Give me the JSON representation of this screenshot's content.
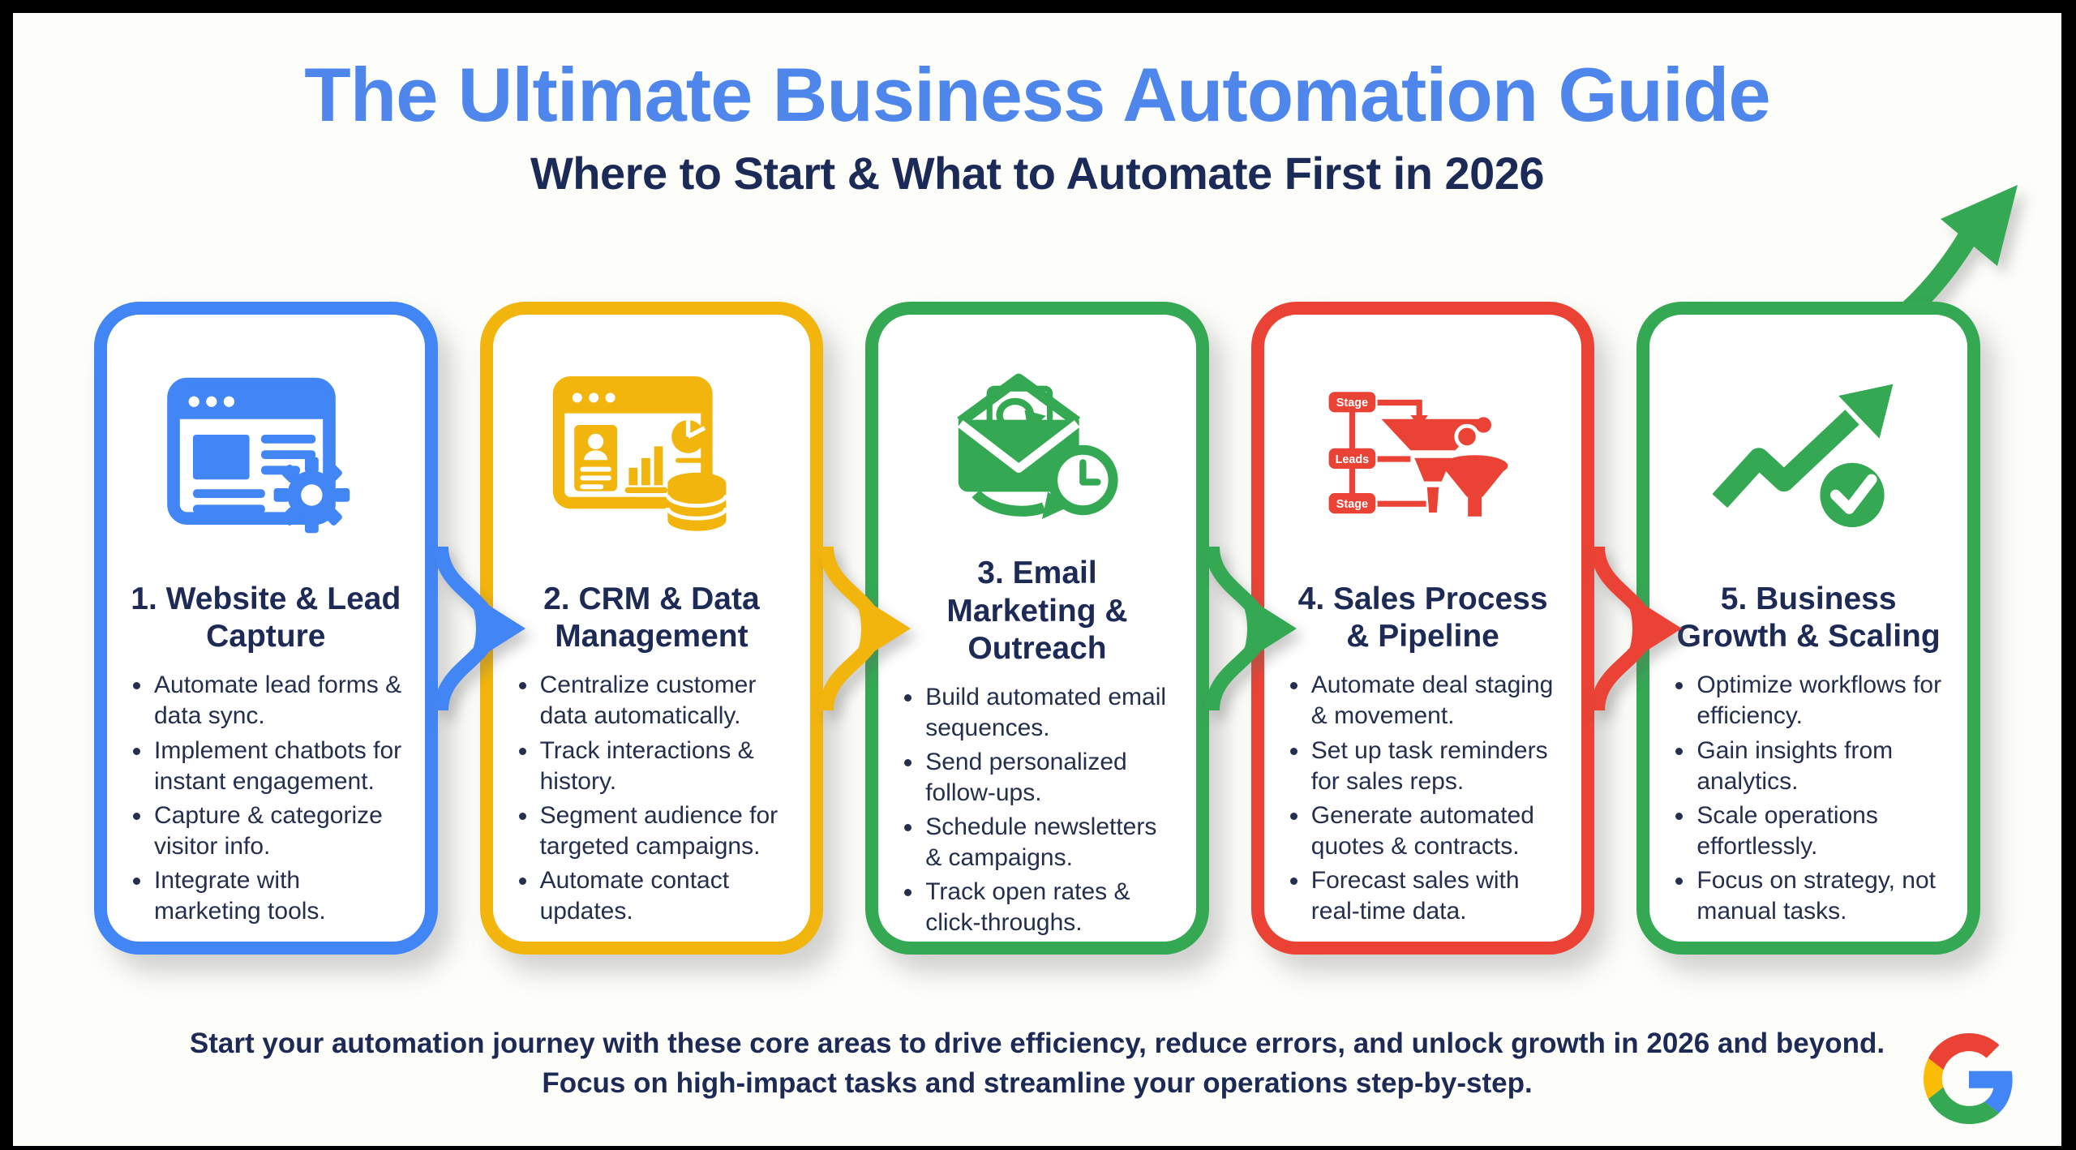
{
  "header": {
    "title": "The Ultimate Business Automation Guide",
    "subtitle": "Where to Start & What to Automate First in 2026"
  },
  "cards": [
    {
      "color": "#4285F4",
      "icon": "browser-gear-icon",
      "title": "1. Website & Lead Capture",
      "bullets": [
        "Automate lead forms & data sync.",
        "Implement chatbots for instant engagement.",
        "Capture & categorize visitor info.",
        "Integrate with marketing tools."
      ]
    },
    {
      "color": "#F2B50D",
      "icon": "crm-dashboard-icon",
      "title": "2. CRM & Data Management",
      "bullets": [
        "Centralize customer data automatically.",
        "Track interactions & history.",
        "Segment audience for targeted campaigns.",
        "Automate contact updates."
      ]
    },
    {
      "color": "#34A853",
      "icon": "email-clock-icon",
      "title": "3. Email Marketing & Outreach",
      "bullets": [
        "Build automated email sequences.",
        "Send personalized follow-ups.",
        "Schedule newsletters & campaigns.",
        "Track open rates & click-throughs."
      ]
    },
    {
      "color": "#EA4335",
      "icon": "sales-funnel-icon",
      "title": "4. Sales Process & Pipeline",
      "bullets": [
        "Automate deal staging & movement.",
        "Set up task reminders for sales reps.",
        "Generate automated quotes & contracts.",
        "Forecast sales with real-time data."
      ]
    },
    {
      "color": "#34A853",
      "icon": "growth-check-icon",
      "title": "5. Business Growth & Scaling",
      "bullets": [
        "Optimize workflows for efficiency.",
        "Gain insights from analytics.",
        "Scale operations effortlessly.",
        "Focus on strategy, not manual tasks."
      ]
    }
  ],
  "funnel_labels": [
    "Stage",
    "Leads",
    "Stage"
  ],
  "footer": {
    "line1": "Start your automation journey with these core areas to drive efficiency, reduce errors, and unlock growth in 2026 and beyond.",
    "line2": "Focus on high-impact tasks and streamline your operations step-by-step."
  },
  "brand": {
    "logo": "google-g-logo"
  },
  "palette": {
    "blue": "#4285F4",
    "yellow": "#F2B50D",
    "green": "#34A853",
    "red": "#EA4335",
    "title_blue": "#4E86EC",
    "navy": "#1B2A56",
    "background": "#FDFDFA",
    "frame": "#000000"
  }
}
